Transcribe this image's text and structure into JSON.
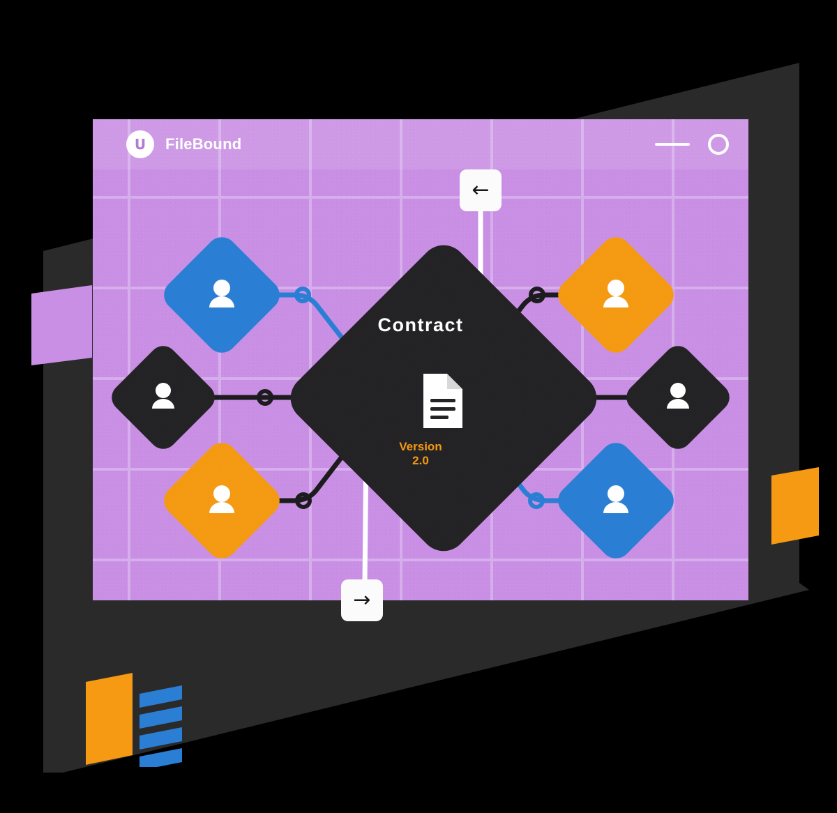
{
  "app": {
    "brand_name": "FileBound",
    "logo_letter": "U",
    "logo_icon": "filebound-u-logo",
    "window_controls": {
      "minimize": "minimize-dash",
      "close": "circle-outline"
    }
  },
  "colors": {
    "background": "#000000",
    "slab_dark": "#2b2a2b",
    "panel_purple": "#c98fe4",
    "accent_orange": "#f59a12",
    "accent_blue": "#2a7fd4",
    "node_dark": "#232224",
    "white": "#ffffff",
    "grid_line": "#d8b3ec"
  },
  "diagram": {
    "type": "node-graph",
    "center_node": {
      "label": "Contract",
      "icon": "document-icon",
      "version_label": "Version",
      "version_number": "2.0",
      "color": "#232224"
    },
    "nodes": [
      {
        "id": "user-top-left",
        "icon": "person-icon",
        "color": "#2a7fd4",
        "label": ""
      },
      {
        "id": "user-top-right",
        "icon": "person-icon",
        "color": "#f59a12",
        "label": ""
      },
      {
        "id": "user-mid-left",
        "icon": "person-icon",
        "color": "#232224",
        "label": ""
      },
      {
        "id": "user-mid-right",
        "icon": "person-icon",
        "color": "#232224",
        "label": ""
      },
      {
        "id": "user-bottom-left",
        "icon": "person-icon",
        "color": "#f59a12",
        "label": ""
      },
      {
        "id": "user-bottom-right",
        "icon": "person-icon",
        "color": "#2a7fd4",
        "label": ""
      }
    ],
    "connectors": [
      {
        "from": "user-top-left",
        "to": "center",
        "color": "#2a7fd4",
        "joint": "ring"
      },
      {
        "from": "user-top-right",
        "to": "center",
        "color": "#1c1c1e",
        "joint": "ring"
      },
      {
        "from": "user-mid-left",
        "to": "center",
        "color": "#1c1c1e",
        "joint": "ring"
      },
      {
        "from": "user-mid-right",
        "to": "center",
        "color": "#1c1c1e",
        "joint": "ring"
      },
      {
        "from": "user-bottom-left",
        "to": "center",
        "color": "#1c1c1e",
        "joint": "ring"
      },
      {
        "from": "user-bottom-right",
        "to": "center",
        "color": "#2a7fd4",
        "joint": "ring"
      }
    ],
    "flow_in": {
      "icon": "arrow-left",
      "glyph": "←",
      "color": "#ffffff"
    },
    "flow_out": {
      "icon": "arrow-right",
      "glyph": "→",
      "color": "#ffffff"
    }
  },
  "decor": {
    "left_block_color": "#c98fe4",
    "right_block_color": "#f59a12",
    "badge_block_color": "#f59a12",
    "badge_bars_color": "#2a7fd4",
    "badge_bar_count": 4
  }
}
